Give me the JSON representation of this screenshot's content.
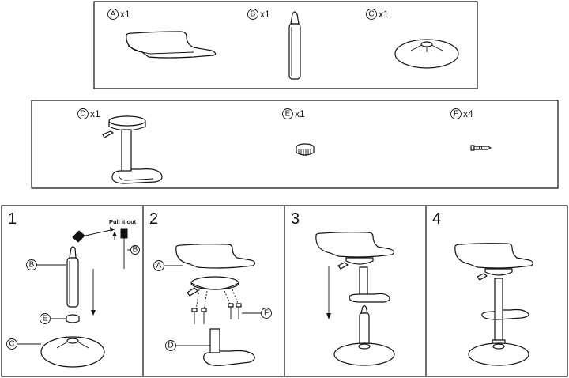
{
  "parts_top": [
    {
      "letter": "A",
      "qty": "x1",
      "name": "seat"
    },
    {
      "letter": "B",
      "qty": "x1",
      "name": "gas-cylinder"
    },
    {
      "letter": "C",
      "qty": "x1",
      "name": "base"
    }
  ],
  "parts_middle": [
    {
      "letter": "D",
      "qty": "x1",
      "name": "column-with-footrest"
    },
    {
      "letter": "E",
      "qty": "x1",
      "name": "ring-nut"
    },
    {
      "letter": "F",
      "qty": "x4",
      "name": "screw"
    }
  ],
  "steps": [
    {
      "number": "1",
      "callouts": [
        "B",
        "E",
        "C"
      ],
      "note": "Pull it out",
      "note_callout": "B"
    },
    {
      "number": "2",
      "callouts": [
        "A",
        "F",
        "D"
      ]
    },
    {
      "number": "3"
    },
    {
      "number": "4"
    }
  ]
}
